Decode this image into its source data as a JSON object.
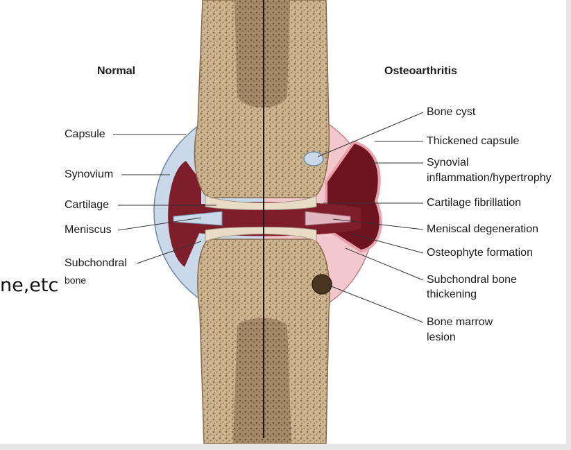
{
  "diagram": {
    "headings": {
      "normal": "Normal",
      "oa": "Osteoarthritis"
    },
    "left_labels": {
      "capsule": "Capsule",
      "synovium": "Synovium",
      "cartilage": "Cartilage",
      "meniscus": "Meniscus",
      "subchondral_line1": "Subchondral",
      "subchondral_line2": "bone"
    },
    "right_labels": {
      "bone_cyst": "Bone cyst",
      "thickened_capsule": "Thickened capsule",
      "synovial_line1": "Synovial",
      "synovial_line2": "inflammation/hypertrophy",
      "cartilage_fibrillation": "Cartilage fibrillation",
      "meniscal_degeneration": "Meniscal degeneration",
      "osteophyte_formation": "Osteophyte formation",
      "subchondral_thickening_line1": "Subchondral bone",
      "subchondral_thickening_line2": "thickening",
      "bone_marrow_line1": "Bone marrow",
      "bone_marrow_line2": "lesion"
    }
  },
  "slide": {
    "cut_text": "ne,etc"
  },
  "colors": {
    "bone": "#cdb592",
    "bone_shaft": "#9d8567",
    "cartilage": "#e8dcc6",
    "capsule": "#c9d9ea",
    "synovium": "#7e1e2a",
    "inflamed_capsule": "#f2c8cd"
  }
}
